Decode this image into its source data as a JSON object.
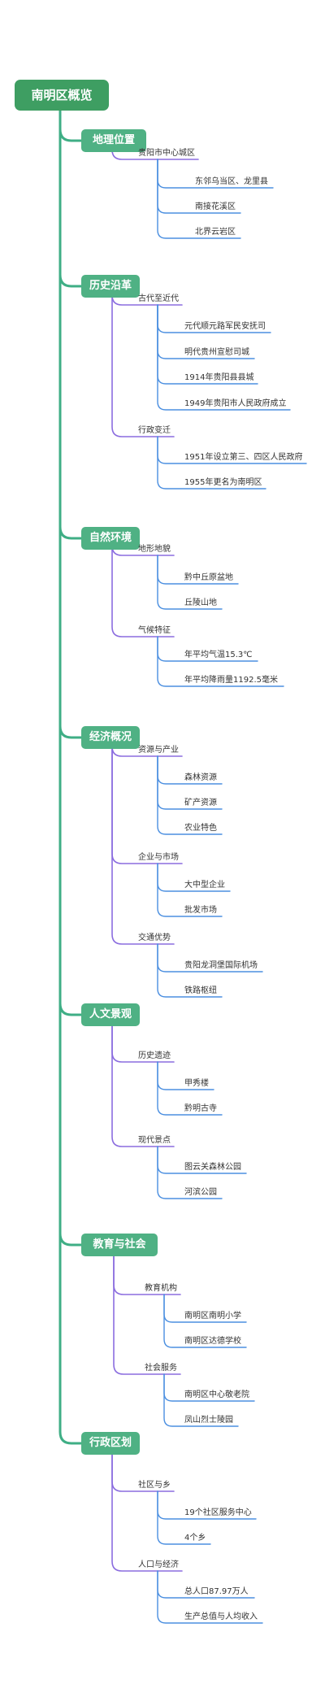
{
  "root": "南明区概览",
  "colors": {
    "root": "#3e9e62",
    "l1": "#4fb184",
    "trunk": "#3fae85",
    "l2_line": "#8b6ddf",
    "l3_line": "#4b8fe0"
  },
  "branches": [
    {
      "label": "地理位置",
      "groups": [
        {
          "label": "贵阳市中心城区",
          "items": [
            "东邻乌当区、龙里县",
            "南接花溪区",
            "北界云岩区"
          ]
        }
      ]
    },
    {
      "label": "历史沿革",
      "groups": [
        {
          "label": "古代至近代",
          "items": [
            "元代顺元路军民安抚司",
            "明代贵州宣慰司城",
            "1914年贵阳县县城",
            "1949年贵阳市人民政府成立"
          ]
        },
        {
          "label": "行政变迁",
          "items": [
            "1951年设立第三、四区人民政府",
            "1955年更名为南明区"
          ]
        }
      ]
    },
    {
      "label": "自然环境",
      "groups": [
        {
          "label": "地形地貌",
          "items": [
            "黔中丘原盆地",
            "丘陵山地"
          ]
        },
        {
          "label": "气候特征",
          "items": [
            "年平均气温15.3℃",
            "年平均降雨量1192.5毫米"
          ]
        }
      ]
    },
    {
      "label": "经济概况",
      "groups": [
        {
          "label": "资源与产业",
          "items": [
            "森林资源",
            "矿产资源",
            "农业特色"
          ]
        },
        {
          "label": "企业与市场",
          "items": [
            "大中型企业",
            "批发市场"
          ]
        },
        {
          "label": "交通优势",
          "items": [
            "贵阳龙洞堡国际机场",
            "铁路枢纽"
          ]
        }
      ]
    },
    {
      "label": "人文景观",
      "groups": [
        {
          "label": "历史遗迹",
          "items": [
            "甲秀楼",
            "黔明古寺"
          ]
        },
        {
          "label": "现代景点",
          "items": [
            "图云关森林公园",
            "河滨公园"
          ]
        }
      ]
    },
    {
      "label": "教育与社会",
      "groups": [
        {
          "label": "教育机构",
          "items": [
            "南明区南明小学",
            "南明区达德学校"
          ]
        },
        {
          "label": "社会服务",
          "items": [
            "南明区中心敬老院",
            "凤山烈士陵园"
          ]
        }
      ]
    },
    {
      "label": "行政区划",
      "groups": [
        {
          "label": "社区与乡",
          "items": [
            "19个社区服务中心",
            "4个乡"
          ]
        },
        {
          "label": "人口与经济",
          "items": [
            "总人口87.97万人",
            "生产总值与人均收入"
          ]
        }
      ]
    }
  ]
}
